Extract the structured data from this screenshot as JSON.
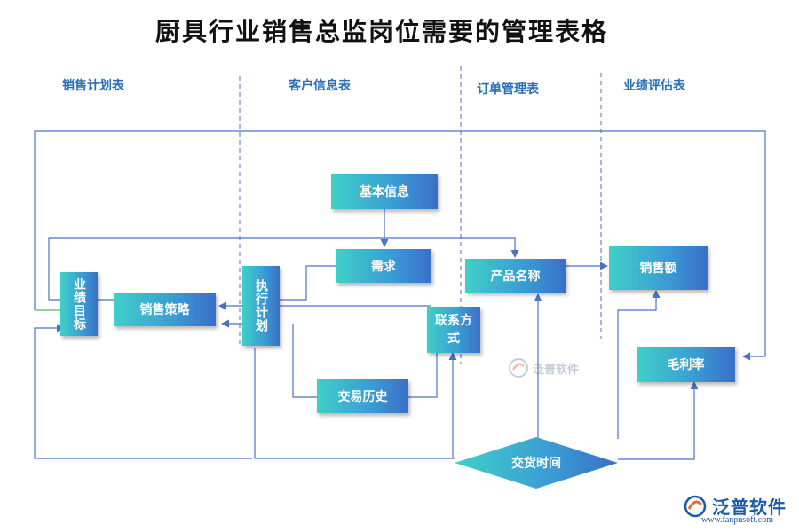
{
  "title": "厨具行业销售总监岗位需要的管理表格",
  "sections": [
    "销售计划表",
    "客户信息表",
    "订单管理表",
    "业绩评估表"
  ],
  "nodes": {
    "performance_target": "业绩目标",
    "sales_strategy": "销售策略",
    "execution_plan": "执行计划",
    "basic_info": "基本信息",
    "demand": "需求",
    "contact": "联系方式",
    "transaction_history": "交易历史",
    "product_name": "产品名称",
    "delivery_time": "交货时间",
    "sales_amount": "销售额",
    "gross_margin": "毛利率"
  },
  "watermark": {
    "text": "泛普软件"
  },
  "logo": {
    "name": "泛普软件",
    "url": "www.fanpusoft.com"
  },
  "colors": {
    "line": "#4a72c4",
    "box_start": "#3fd0c9",
    "box_end": "#3b6fc8",
    "section_text": "#2a6fb5",
    "logo": "#1a5aa6"
  }
}
